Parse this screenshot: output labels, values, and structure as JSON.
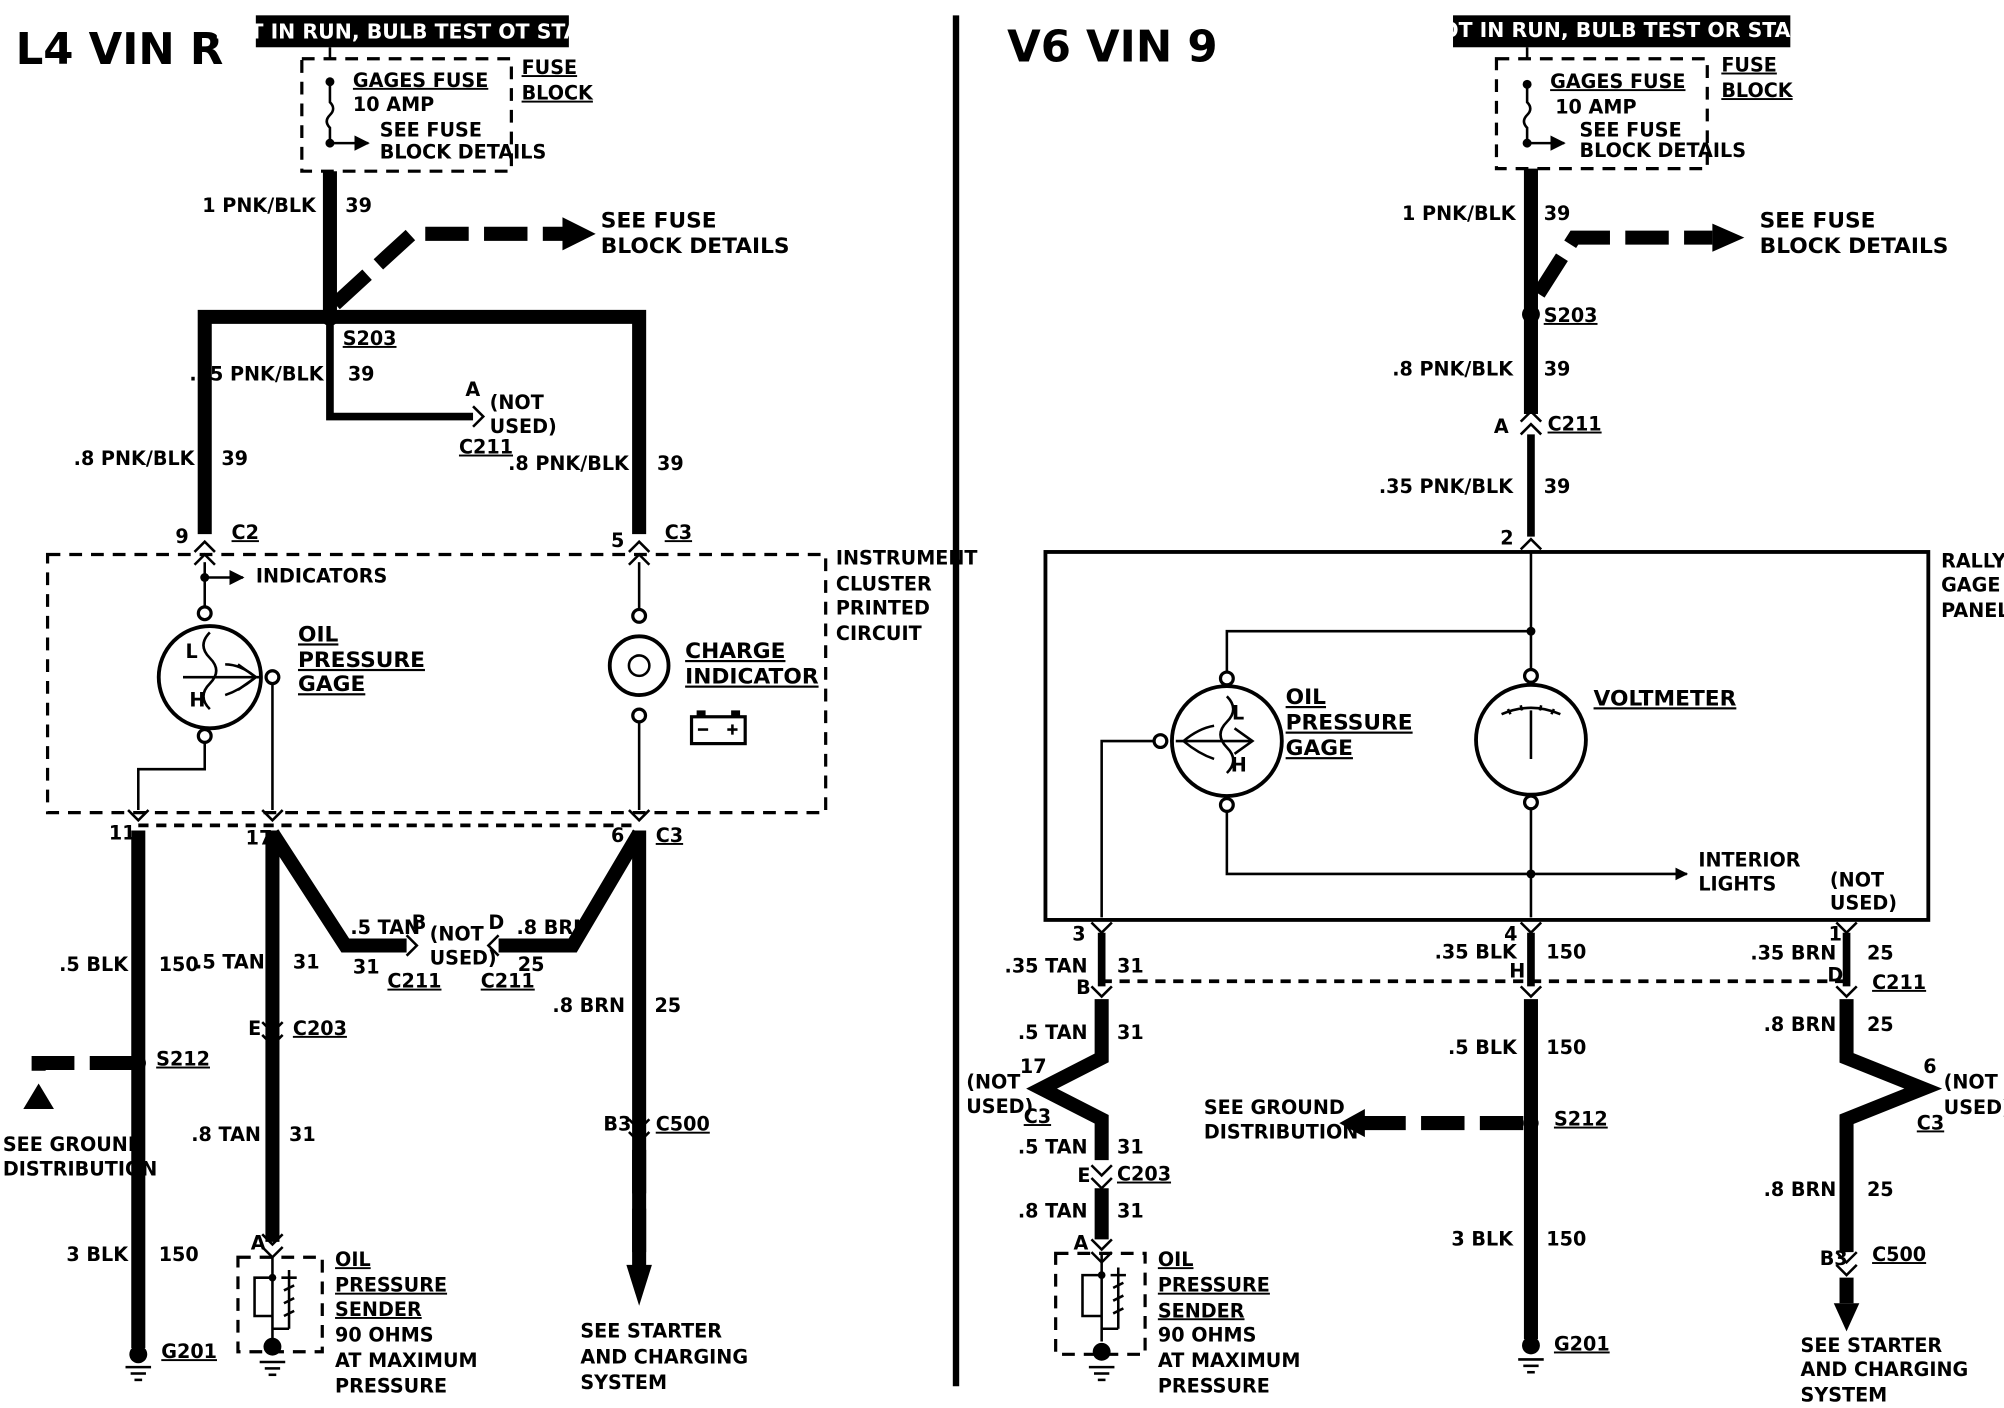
{
  "left": {
    "title": "L4 VIN R",
    "header": "HOT IN RUN, BULB TEST OT START",
    "fuse": {
      "name": "GAGES FUSE",
      "amp": "10 AMP",
      "see1": "SEE FUSE",
      "see2": "BLOCK DETAILS"
    },
    "fuse_block": [
      "FUSE",
      "BLOCK"
    ],
    "wire_top": "1 PNK/BLK",
    "circuit_39": "39",
    "see_fuse": [
      "SEE FUSE",
      "BLOCK DETAILS"
    ],
    "s203": "S203",
    "w035_pnk": ".35 PNK/BLK",
    "c211_a": "A",
    "not_used_a": [
      "(NOT",
      "USED)"
    ],
    "c211": "C211",
    "w8_pnk": ".8 PNK/BLK",
    "pin9": "9",
    "c2": "C2",
    "pin5": "5",
    "c3": "C3",
    "indicators": "INDICATORS",
    "cluster": [
      "INSTRUMENT",
      "CLUSTER",
      "PRINTED",
      "CIRCUIT"
    ],
    "oil_gage": [
      "OIL",
      "PRESSURE",
      "GAGE"
    ],
    "gage_l": "L",
    "gage_h": "H",
    "charge": [
      "CHARGE",
      "INDICATOR"
    ],
    "pin11": "11",
    "pin17": "17",
    "pin6": "6",
    "w5_tan": ".5 TAN",
    "pin_b": "B",
    "not_used_bd": [
      "(NOT",
      "USED)"
    ],
    "pin_d": "D",
    "w8_brn": ".8 BRN",
    "c31": "31",
    "c25": "25",
    "w5_blk": ".5 BLK",
    "c150": "150",
    "e": "E",
    "c203": "C203",
    "s212": "S212",
    "ground_see": [
      "SEE GROUND",
      "DISTRIBUTION"
    ],
    "w8_tan": ".8 TAN",
    "b3": "B3",
    "c500": "C500",
    "w3_blk": "3 BLK",
    "sender_a": "A",
    "sender": [
      "OIL",
      "PRESSURE",
      "SENDER",
      "90 OHMS",
      "AT MAXIMUM",
      "PRESSURE"
    ],
    "starter": [
      "SEE STARTER",
      "AND CHARGING",
      "SYSTEM"
    ],
    "g201": "G201"
  },
  "right": {
    "title": "V6 VIN 9",
    "header": "HOT IN RUN, BULB TEST OR START",
    "fuse": {
      "name": "GAGES FUSE",
      "amp": "10 AMP",
      "see1": "SEE FUSE",
      "see2": "BLOCK DETAILS"
    },
    "fuse_block": [
      "FUSE",
      "BLOCK"
    ],
    "wire_top": "1 PNK/BLK",
    "circuit_39": "39",
    "see_fuse": [
      "SEE FUSE",
      "BLOCK DETAILS"
    ],
    "s203": "S203",
    "w8_pnk": ".8 PNK/BLK",
    "c211_a": "A",
    "c211": "C211",
    "w035_pnk": ".35 PNK/BLK",
    "pin2": "2",
    "panel": [
      "RALLY",
      "GAGE",
      "PANEL"
    ],
    "oil_gage": [
      "OIL",
      "PRESSURE",
      "GAGE"
    ],
    "gage_l": "L",
    "gage_h": "H",
    "voltmeter": "VOLTMETER",
    "interior": [
      "INTERIOR",
      "LIGHTS"
    ],
    "not_used_top": [
      "(NOT",
      "USED)"
    ],
    "pin3": "3",
    "pin4": "4",
    "pin1": "1",
    "w035_tan": ".35 TAN",
    "c31": "31",
    "w035_blk": ".35 BLK",
    "c150": "150",
    "w035_brn": ".35 BRN",
    "c25": "25",
    "pin_b": "B",
    "pin_h": "H",
    "pin_d": "D",
    "w5_tan": ".5 TAN",
    "w5_blk": ".5 BLK",
    "w8_brn": ".8 BRN",
    "pin17": "17",
    "pin6": "6",
    "not_used_c3l": [
      "(NOT",
      "USED)"
    ],
    "not_used_c3r": [
      "(NOT",
      "USED)"
    ],
    "c3": "C3",
    "ground_see": [
      "SEE GROUND",
      "DISTRIBUTION"
    ],
    "s212": "S212",
    "e": "E",
    "c203": "C203",
    "w8_tan": ".8 TAN",
    "w3_blk": "3 BLK",
    "b3": "B3",
    "c500": "C500",
    "sender_a": "A",
    "sender": [
      "OIL",
      "PRESSURE",
      "SENDER",
      "90 OHMS",
      "AT MAXIMUM",
      "PRESSURE"
    ],
    "g201": "G201",
    "starter": [
      "SEE STARTER",
      "AND CHARGING",
      "SYSTEM"
    ]
  }
}
